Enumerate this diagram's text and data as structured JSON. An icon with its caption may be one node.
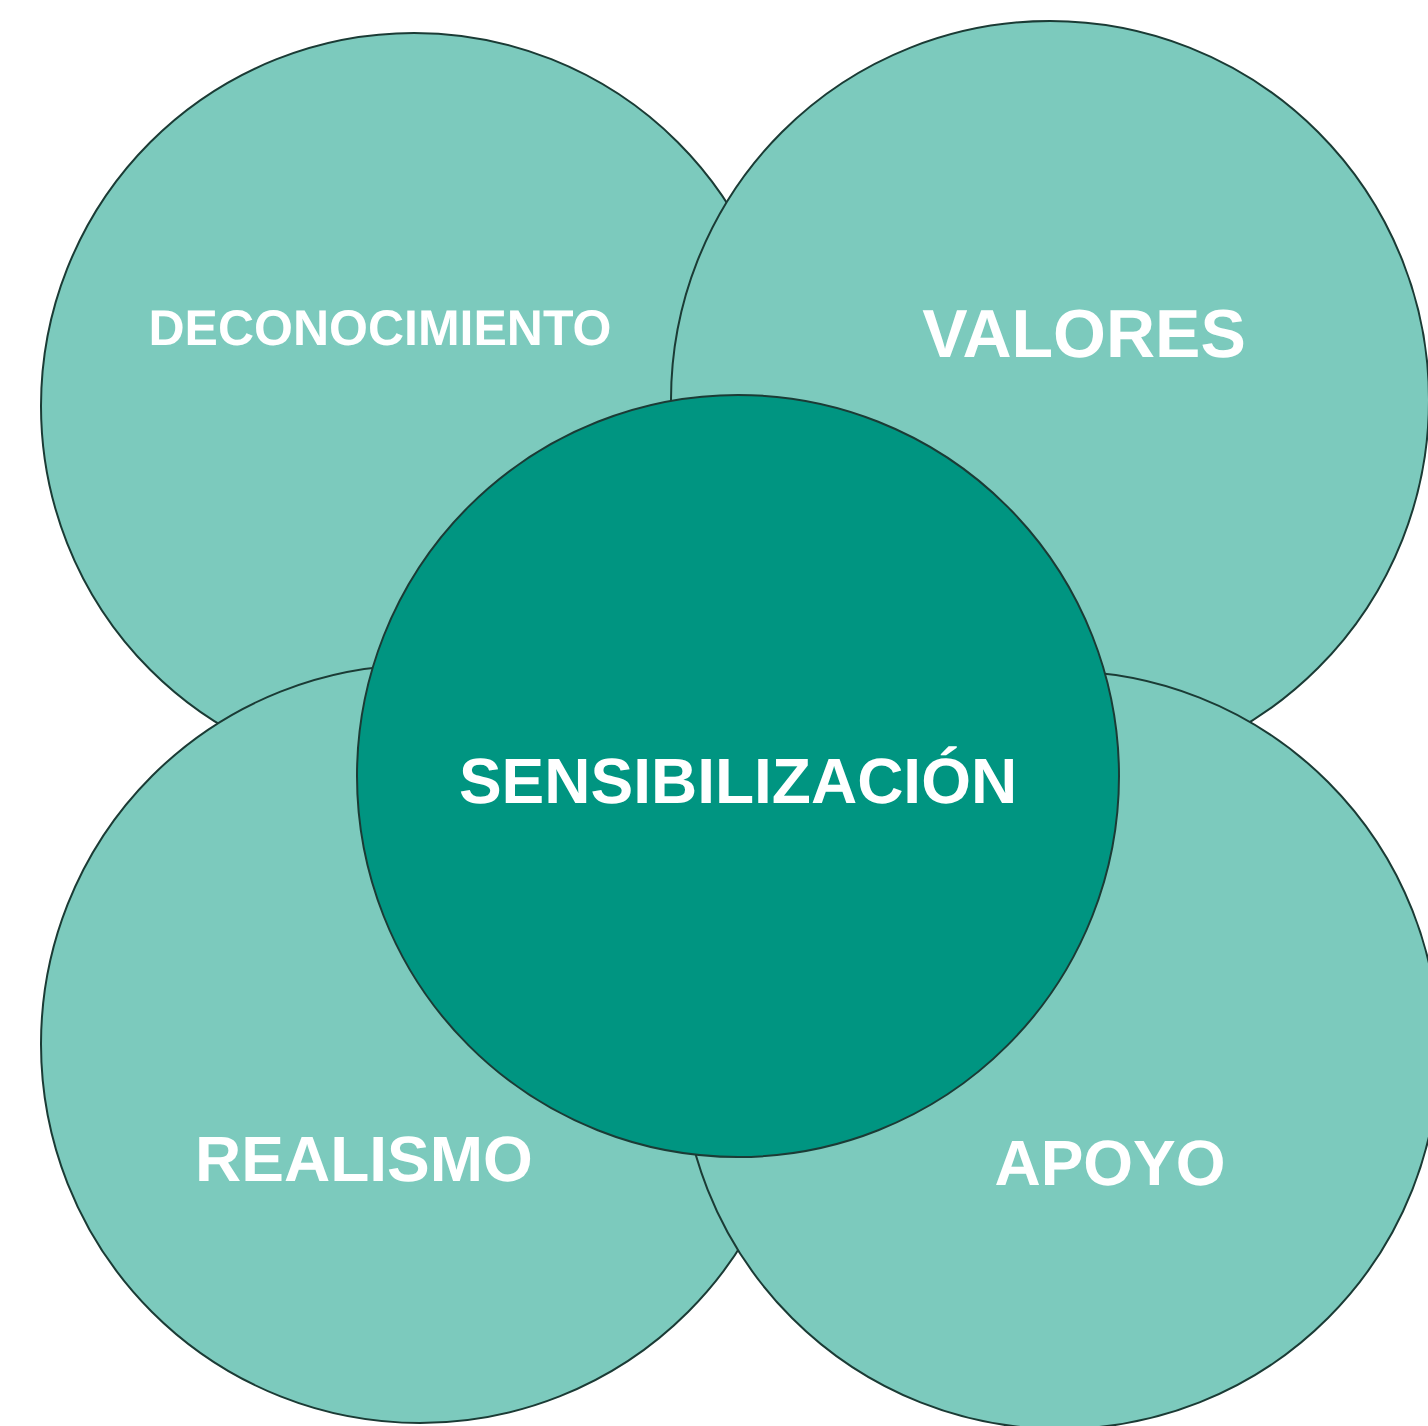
{
  "diagram": {
    "nodes": [
      {
        "text": [
          "DECONOCIMIENTO"
        ]
      },
      {
        "text": [
          "VALORES"
        ]
      },
      {
        "text": [
          "REALISMO"
        ]
      },
      {
        "text": [
          "APOYO"
        ]
      },
      {
        "text": [
          "SENSIBILIZACIÓN"
        ]
      }
    ]
  }
}
